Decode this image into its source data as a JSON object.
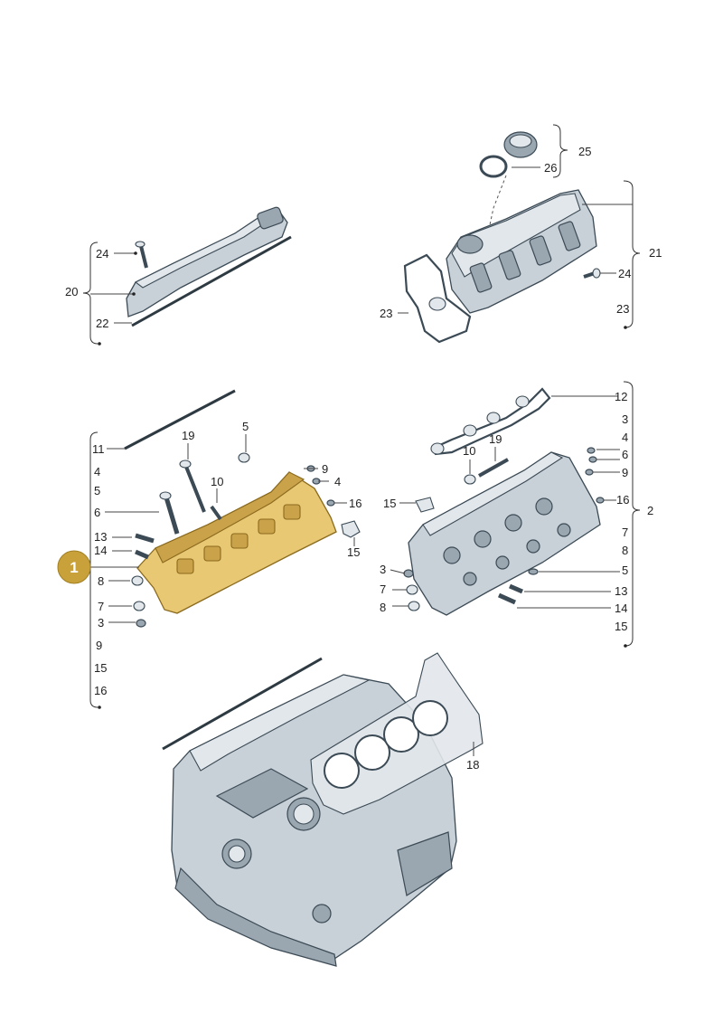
{
  "callout": {
    "label": "1"
  },
  "labels": {
    "valve_cover_left": {
      "l24": "24",
      "l20": "20",
      "l22": "22"
    },
    "valve_cover_right": {
      "l25": "25",
      "l26": "26",
      "l21": "21",
      "l24": "24",
      "l23a": "23",
      "l23b": "23"
    },
    "head_left": {
      "l11": "11",
      "l4": "4",
      "l5": "5",
      "l6": "6",
      "l13": "13",
      "l14": "14",
      "l8": "8",
      "l7": "7",
      "l3": "3",
      "l9": "9",
      "l15": "15",
      "l16": "16",
      "c19": "19",
      "c10": "10",
      "c5": "5",
      "c9": "9",
      "c4": "4",
      "c16": "16",
      "c15": "15"
    },
    "head_right": {
      "l12": "12",
      "l3": "3",
      "l4": "4",
      "l6": "6",
      "l9": "9",
      "l16": "16",
      "l2": "2",
      "l7": "7",
      "l8": "8",
      "l5": "5",
      "l13": "13",
      "l14": "14",
      "l15": "15",
      "c10": "10",
      "c19": "19",
      "c15": "15",
      "c3": "3",
      "c7": "7",
      "c8": "8"
    },
    "block": {
      "l18": "18"
    }
  }
}
